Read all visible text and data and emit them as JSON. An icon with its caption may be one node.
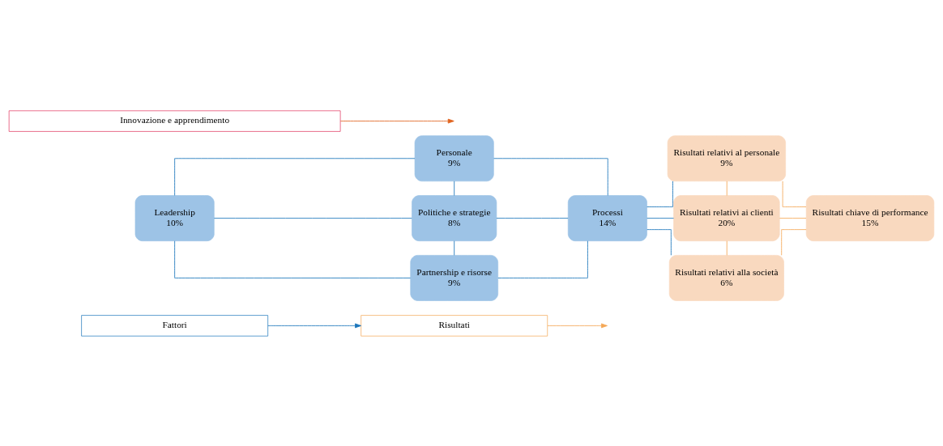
{
  "diagram": {
    "nodes": [
      {
        "text": [
          "Fattori"
        ]
      },
      {
        "text": [
          "Risultati"
        ]
      },
      {
        "text": [
          "Personale",
          "9%"
        ]
      },
      {
        "text": [
          "Leadership",
          "10%"
        ]
      },
      {
        "text": [
          "Politiche e strategie",
          "8%"
        ]
      },
      {
        "text": [
          "Processi",
          "14%"
        ]
      },
      {
        "text": [
          "Partnership e risorse",
          "9%"
        ]
      },
      {
        "text": [
          "Risultati relativi al personale",
          "9%"
        ]
      },
      {
        "text": [
          "Risultati relativi ai clienti",
          "20%"
        ]
      },
      {
        "text": [
          "Risultati chiave di performance",
          "15%"
        ]
      },
      {
        "text": [
          "Risultati relativi alla società",
          "6%"
        ]
      },
      {
        "text": [
          "Innovazione e apprendimento"
        ]
      }
    ],
    "edges": [
      {
        "from": 0,
        "to": 1,
        "arrow": "to"
      },
      {
        "from": 1,
        "to": null,
        "arrow": "to",
        "color": "#f4a755"
      },
      {
        "from": 3,
        "to": 2,
        "arrow": "none"
      },
      {
        "from": 3,
        "to": 4,
        "arrow": "none"
      },
      {
        "from": 3,
        "to": 6,
        "arrow": "none"
      },
      {
        "from": 2,
        "to": 4,
        "arrow": "none"
      },
      {
        "from": 4,
        "to": 6,
        "arrow": "none"
      },
      {
        "from": 2,
        "to": 5,
        "arrow": "none"
      },
      {
        "from": 4,
        "to": 5,
        "arrow": "none"
      },
      {
        "from": 6,
        "to": 5,
        "arrow": "none"
      },
      {
        "from": 5,
        "to": 7,
        "arrow": "none"
      },
      {
        "from": 5,
        "to": 8,
        "arrow": "none"
      },
      {
        "from": 5,
        "to": 10,
        "arrow": "none"
      },
      {
        "from": 7,
        "to": 8,
        "arrow": "none",
        "color": "#f4a755"
      },
      {
        "from": 8,
        "to": 10,
        "arrow": "none",
        "color": "#f4a755"
      },
      {
        "from": 7,
        "to": 9,
        "arrow": "none",
        "color": "#f4a755"
      },
      {
        "from": 8,
        "to": 9,
        "arrow": "none",
        "color": "#f4a755"
      },
      {
        "from": 10,
        "to": 9,
        "arrow": "none",
        "color": "#f4a755"
      },
      {
        "from": 11,
        "to": null,
        "arrow": "to",
        "color": "#e0621c"
      }
    ]
  }
}
